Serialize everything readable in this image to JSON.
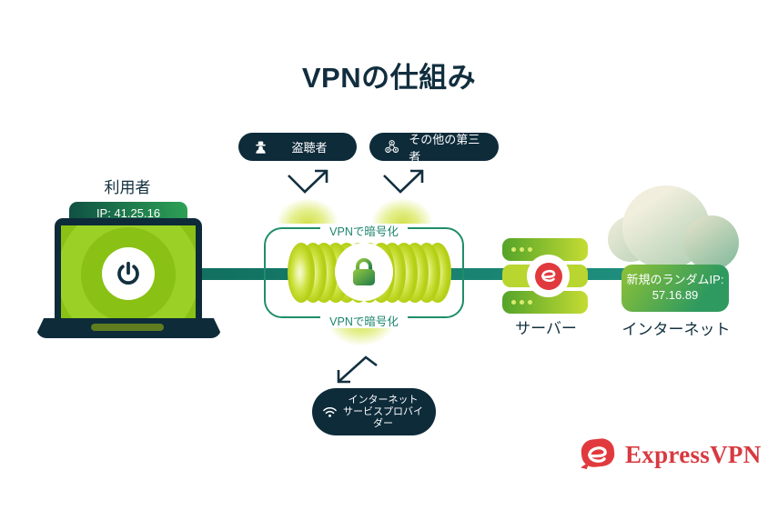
{
  "title": "VPNの仕組み",
  "user": {
    "label": "利用者",
    "ip_badge": "IP: 41.25.16"
  },
  "threats": {
    "eavesdropper": {
      "label": "盗聴者",
      "icon": "spy-icon"
    },
    "third_parties": {
      "label": "その他の第三者",
      "icon": "group-icon"
    }
  },
  "tunnel": {
    "top_label": "VPNで暗号化",
    "bottom_label": "VPNで暗号化",
    "icon": "lock-icon"
  },
  "server": {
    "label": "サーバー",
    "icon": "expressvpn-icon"
  },
  "internet": {
    "label": "インターネット",
    "new_ip_title": "新規のランダムIP:",
    "new_ip_value": "57.16.89"
  },
  "isp": {
    "line1": "インターネット",
    "line2": "サービスプロバイ",
    "line3": "ダー",
    "icon": "wifi-icon"
  },
  "brand": {
    "name": "ExpressVPN",
    "icon": "expressvpn-icon"
  },
  "colors": {
    "navy": "#0e2b3a",
    "teal_line": "#1b8577",
    "tunnel_border": "#1f8e6a",
    "screen_green": "#8cc41e",
    "coil_green": "#cfe243",
    "brand_red": "#d73a40",
    "badge_green": "#2f9a5f"
  }
}
